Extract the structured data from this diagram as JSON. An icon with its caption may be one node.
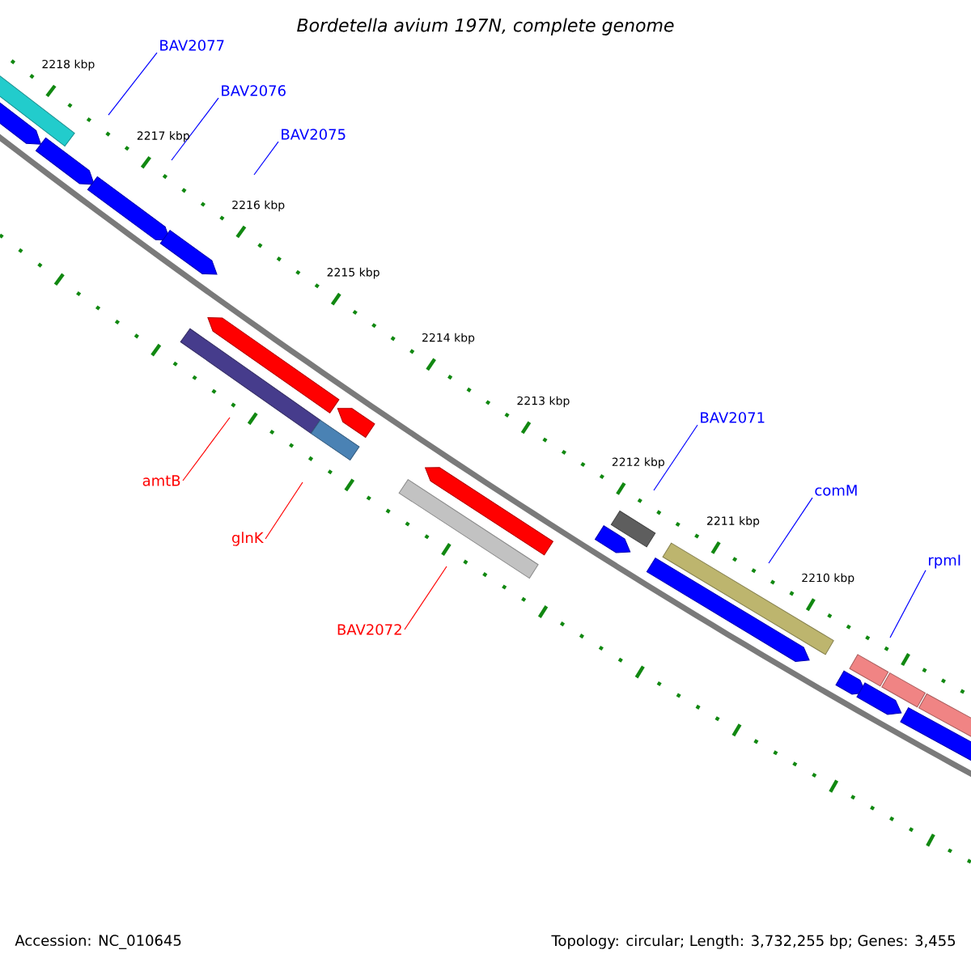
{
  "diagram": {
    "title": "Bordetella avium 197N, complete genome",
    "nodes": [
      {
        "text": [
          "BAV2077"
        ]
      },
      {
        "text": [
          "BAV2076"
        ]
      },
      {
        "text": [
          "BAV2075"
        ]
      },
      {
        "text": [
          "BAV2071"
        ]
      },
      {
        "text": [
          "amtB"
        ]
      },
      {
        "text": [
          "comM"
        ]
      },
      {
        "text": [
          "glnK"
        ]
      },
      {
        "text": [
          "rpmI"
        ]
      },
      {
        "text": [
          "BAV2072"
        ]
      }
    ],
    "edges": [
      {
        "from": 0,
        "to": null,
        "arrow": "none"
      },
      {
        "from": 1,
        "to": null,
        "arrow": "none"
      },
      {
        "from": 2,
        "to": null,
        "arrow": "none"
      },
      {
        "from": 3,
        "to": null,
        "arrow": "none"
      },
      {
        "from": 4,
        "to": null,
        "arrow": "none",
        "color": "#ff0000"
      },
      {
        "from": 5,
        "to": null,
        "arrow": "none"
      },
      {
        "from": 6,
        "to": null,
        "arrow": "none",
        "color": "#ff0000"
      },
      {
        "from": 7,
        "to": null,
        "arrow": "none"
      },
      {
        "from": 8,
        "to": null,
        "arrow": "none",
        "color": "#ff0000"
      }
    ],
    "labels": [
      "2218 kbp",
      "2217 kbp",
      "2216 kbp",
      "2215 kbp",
      "2214 kbp",
      "2213 kbp",
      "2212 kbp",
      "2211 kbp",
      "2210 kbp",
      "Accession: NC_010645",
      "Topology: circular; Length: 3,732,255 bp; Genes: 3,455"
    ]
  }
}
